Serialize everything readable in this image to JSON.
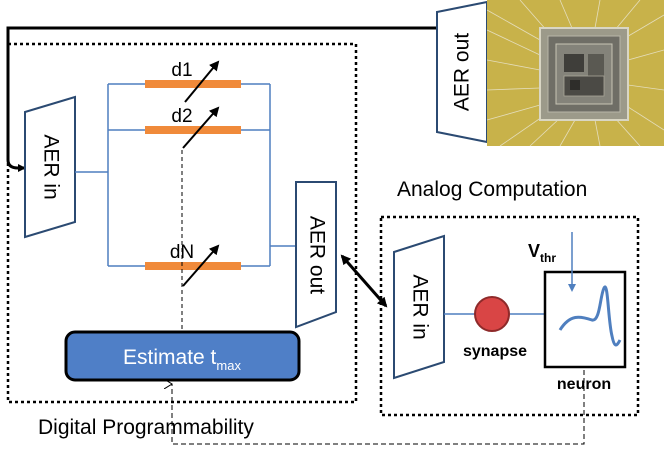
{
  "left_block": {
    "aer_in_label": "AER in",
    "aer_out_label": "AER out",
    "delays": [
      {
        "label": "d1"
      },
      {
        "label": "d2"
      },
      {
        "label": "dN"
      }
    ],
    "estimate_label": "Estimate t",
    "estimate_subscript": "max",
    "caption": "Digital Programmability"
  },
  "chip_block": {
    "aer_out_label": "AER out"
  },
  "right_block": {
    "title": "Analog Computation",
    "aer_in_label": "AER in",
    "vthr_label": "V",
    "vthr_subscript": "thr",
    "synapse_label": "synapse",
    "neuron_label": "neuron"
  },
  "colors": {
    "delay_bar": "#F08A3A",
    "wire": "#4F7FBF",
    "estimate_fill": "#4F7FC7",
    "synapse_fill": "#D94545",
    "chip_bg": "#C8B24A"
  }
}
